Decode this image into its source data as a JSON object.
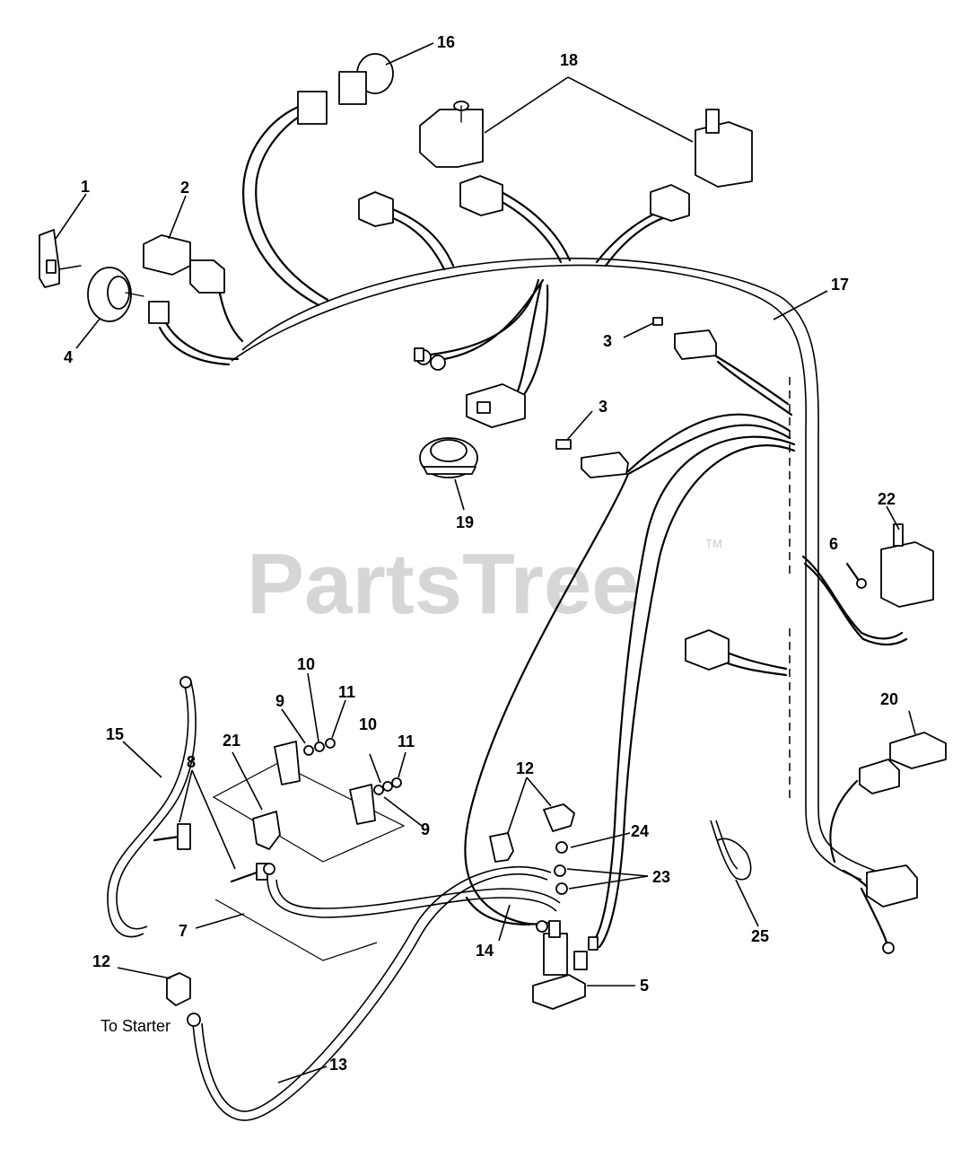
{
  "watermark": {
    "brand": "PartsTree",
    "trademark": "TM"
  },
  "captions": {
    "to_starter": "To Starter"
  },
  "callouts": {
    "c1": "1",
    "c2": "2",
    "c3a": "3",
    "c3b": "3",
    "c4": "4",
    "c5": "5",
    "c6": "6",
    "c7": "7",
    "c8": "8",
    "c9a": "9",
    "c9b": "9",
    "c10a": "10",
    "c10b": "10",
    "c11a": "11",
    "c11b": "11",
    "c12a": "12",
    "c12b": "12",
    "c13": "13",
    "c14": "14",
    "c15": "15",
    "c16": "16",
    "c17": "17",
    "c18": "18",
    "c19": "19",
    "c20": "20",
    "c21": "21",
    "c22": "22",
    "c23": "23",
    "c24": "24",
    "c25": "25"
  }
}
